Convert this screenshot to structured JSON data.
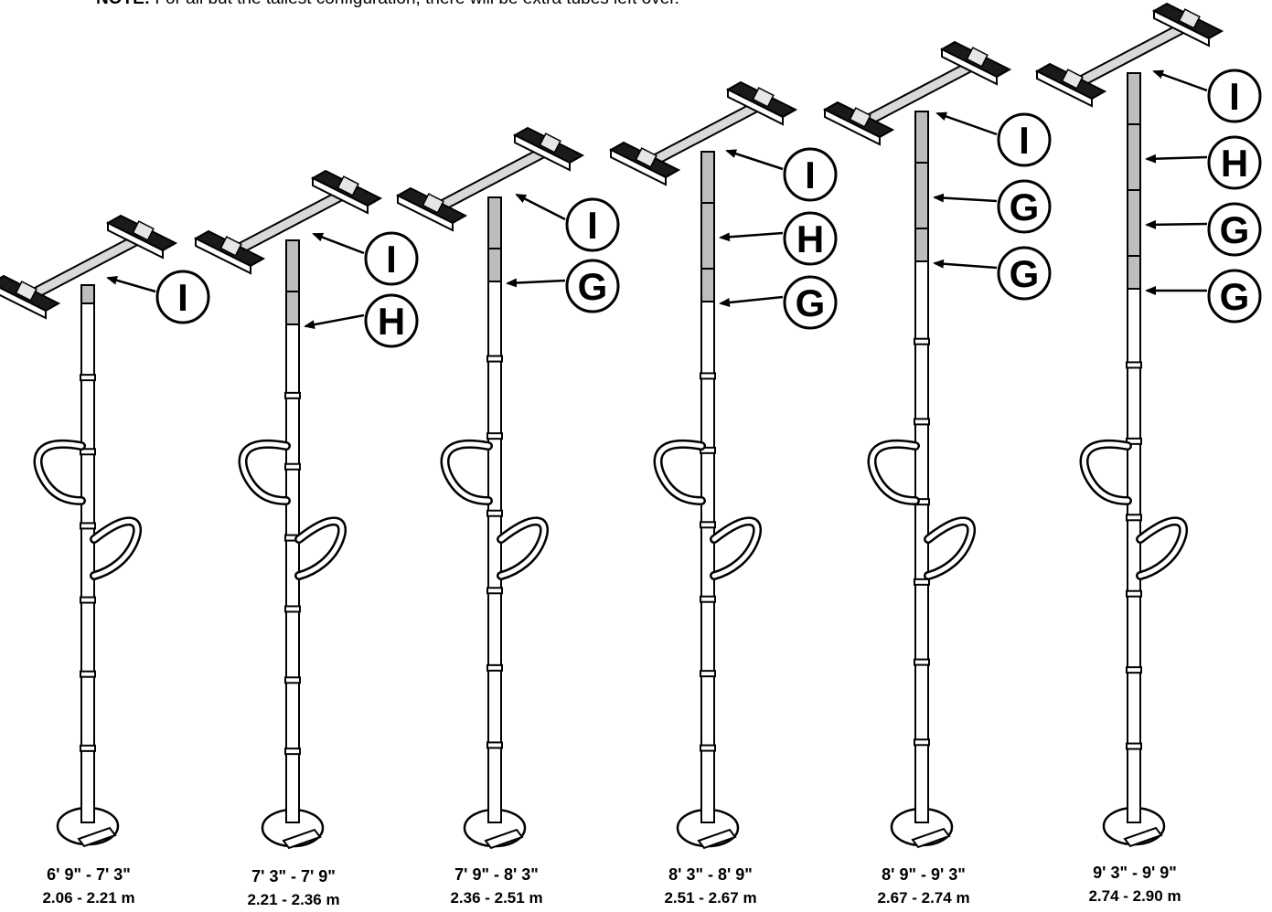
{
  "note": {
    "label": "NOTE:",
    "text": "For all but the tallest configuration, there will be extra tubes left over."
  },
  "configurations": [
    {
      "imperial": "6' 9\" - 7' 3\"",
      "metric": "2.06 - 2.21 m",
      "labels": [
        "I"
      ]
    },
    {
      "imperial": "7' 3\" - 7' 9\"",
      "metric": "2.21 - 2.36 m",
      "labels": [
        "I",
        "H"
      ]
    },
    {
      "imperial": "7' 9\" - 8' 3\"",
      "metric": "2.36 - 2.51 m",
      "labels": [
        "I",
        "G"
      ]
    },
    {
      "imperial": "8' 3\" - 8' 9\"",
      "metric": "2.51 - 2.67 m",
      "labels": [
        "I",
        "H",
        "G"
      ]
    },
    {
      "imperial": "8' 9\" - 9' 3\"",
      "metric": "2.67 - 2.74 m",
      "labels": [
        "I",
        "G",
        "G"
      ]
    },
    {
      "imperial": "9' 3\" - 9' 9\"",
      "metric": "2.74 - 2.90 m",
      "labels": [
        "I",
        "H",
        "G",
        "G"
      ]
    }
  ]
}
